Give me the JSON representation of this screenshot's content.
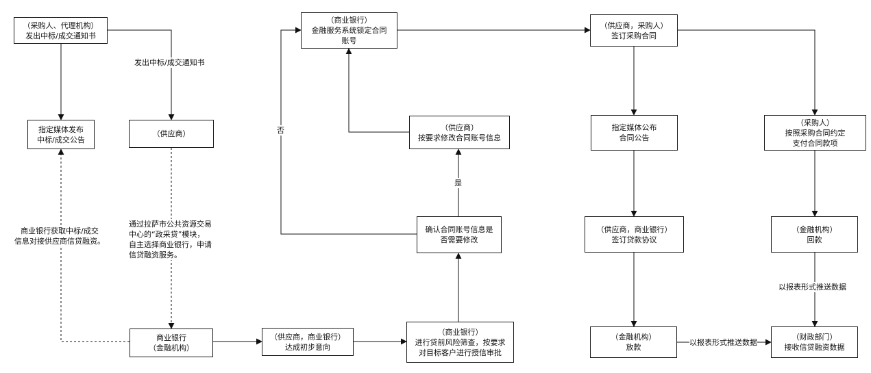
{
  "nodes": {
    "n1": [
      "（采购人、代理机构）",
      "发出中标/成交通知书"
    ],
    "n2": [
      "指定媒体发布",
      "中标/成交公告"
    ],
    "n3": [
      "（供应商）"
    ],
    "n4": [
      "商业银行",
      "（金融机构）"
    ],
    "n5": [
      "（供应商，商业银行）",
      "达成初步意向"
    ],
    "n6": [
      "（商业银行）",
      "进行贷前风险筛查，按要求",
      "对目标客户进行授信审批"
    ],
    "n7": [
      "确认合同账号信息是",
      "否需要修改"
    ],
    "n8": [
      "（供应商）",
      "按要求修改合同账号信息"
    ],
    "n9": [
      "（商业银行）",
      "金融服务系统锁定合同",
      "账号"
    ],
    "n10": [
      "（供应商，采购人）",
      "签订采购合同"
    ],
    "n11": [
      "指定媒体公布",
      "合同公告"
    ],
    "n12": [
      "（供应商，商业银行）",
      "签订贷款协议"
    ],
    "n13": [
      "（金融机构）",
      "放款"
    ],
    "n14": [
      "（采购人）",
      "按照采购合同约定",
      "支付合同款项"
    ],
    "n15": [
      "（金融机构）",
      "回款"
    ],
    "n16": [
      "（财政部门）",
      "接收信贷融资数据"
    ]
  },
  "edge_labels": {
    "notice": "发出中标/成交通知书",
    "bank_info": [
      "商业银行获取中标/成交",
      "信息对接供应商信贷融资。"
    ],
    "apply": [
      "通过拉萨市公共资源交易",
      "中心的“政采贷”模块，",
      "自主选择商业银行，申请",
      "信贷融资服务。"
    ],
    "no": "否",
    "yes": "是",
    "push_right": "以报表形式推送数据",
    "push_down": "以报表形式推送数据"
  }
}
